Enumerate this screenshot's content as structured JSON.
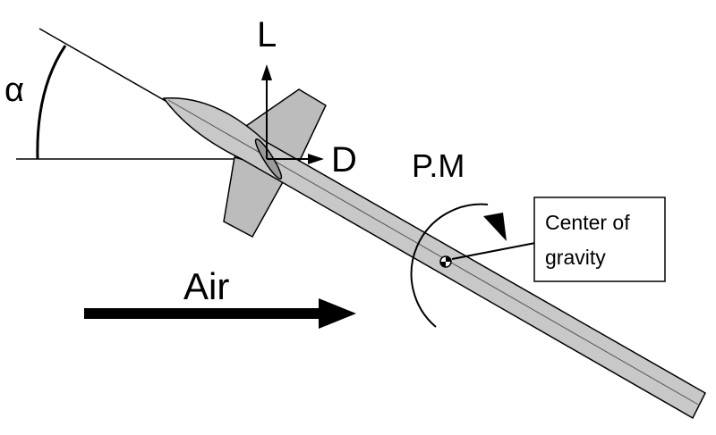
{
  "labels": {
    "angle": "α",
    "lift": "L",
    "drag": "D",
    "pitching_moment": "P.M",
    "airflow": "Air",
    "cg_line1": "Center of",
    "cg_line2": "gravity"
  },
  "colors": {
    "body_fill": "#c8c8c8",
    "fin_fill": "#bcbcbc",
    "canard_fill": "#9a9a9a",
    "stroke": "#000000"
  }
}
